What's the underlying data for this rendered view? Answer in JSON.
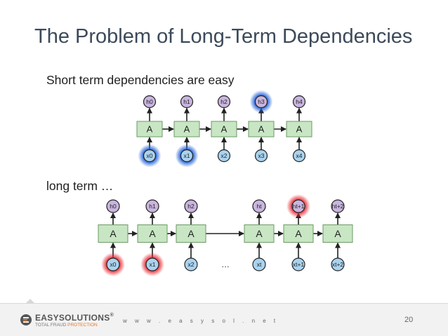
{
  "slide": {
    "title": "The Problem of Long-Term Dependencies",
    "subtitle_short": "Short term dependencies are easy",
    "subtitle_long": "long term …"
  },
  "diagram_short": {
    "cell_label": "A",
    "outputs": [
      "h0",
      "h1",
      "h2",
      "h3",
      "h4"
    ],
    "inputs": [
      "x0",
      "x1",
      "x2",
      "x3",
      "x4"
    ],
    "highlighted_outputs": [
      3
    ],
    "highlighted_inputs": [
      0,
      1
    ],
    "highlight_color": "#1e5fd8"
  },
  "diagram_long": {
    "cell_label": "A",
    "outputs": [
      "h0",
      "h1",
      "h2",
      "ht",
      "ht+1",
      "ht+2"
    ],
    "inputs": [
      "x0",
      "x1",
      "x2",
      "xt",
      "xt+1",
      "xt+2"
    ],
    "ellipsis": "…",
    "highlighted_outputs": [
      4
    ],
    "highlighted_inputs": [
      0,
      1
    ],
    "highlight_color": "#e8242e"
  },
  "footer": {
    "logo_text": "EASYSOLUTIONS",
    "logo_registered": "®",
    "tagline_main": "TOTAL FRAUD ",
    "tagline_accent": "PROTECTION",
    "website": "w w w . e a s y s o l . n e t",
    "page_number": "20"
  },
  "colors": {
    "output_node": "#c9b5df",
    "input_node": "#a9d3ef",
    "cell_fill": "#c8e6c3",
    "cell_border": "#6b9a64",
    "accent_orange": "#e87722"
  }
}
